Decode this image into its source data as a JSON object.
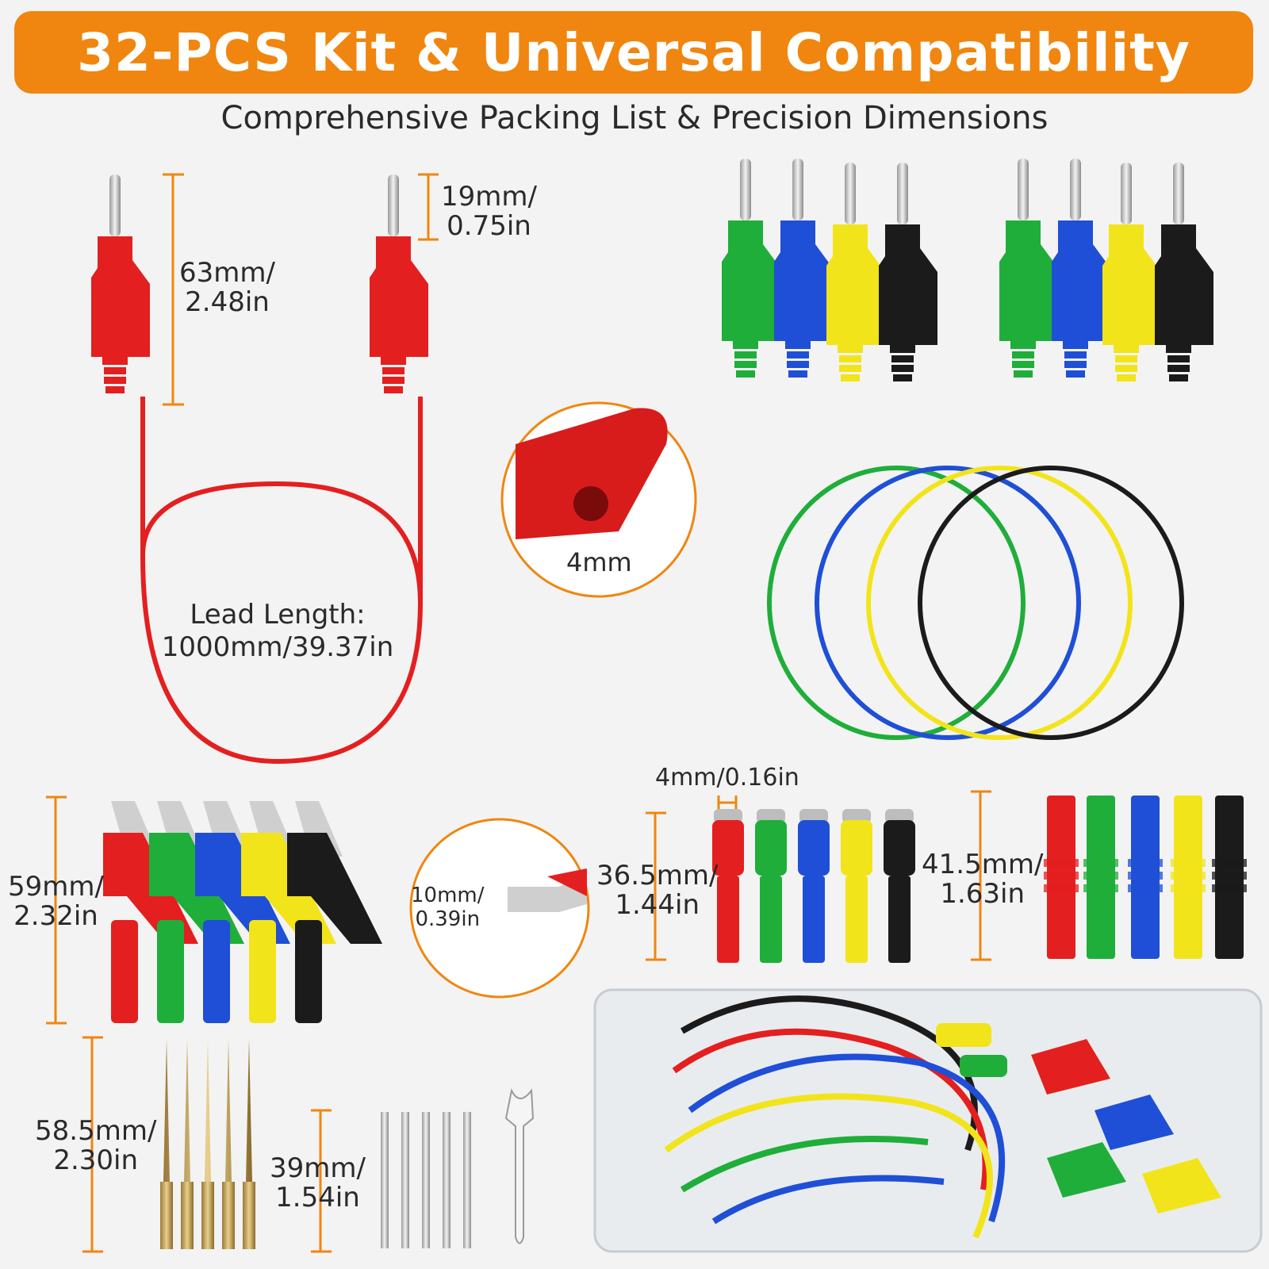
{
  "header": {
    "title": "32-PCS Kit & Universal Compatibility",
    "subtitle": "Comprehensive Packing List & Precision Dimensions"
  },
  "dimensions": {
    "plug_length": {
      "mm": "63mm/",
      "in": "2.48in"
    },
    "pin_length": {
      "mm": "19mm/",
      "in": "0.75in"
    },
    "lead_length": {
      "line1": "Lead Length:",
      "line2": "1000mm/39.37in"
    },
    "socket_size": "4mm",
    "clip_length": {
      "mm": "59mm/",
      "in": "2.32in"
    },
    "clip_jaw": {
      "mm": "10mm/",
      "in": "0.39in"
    },
    "socket_opening": "4mm/0.16in",
    "female_adapter": {
      "mm": "36.5mm/",
      "in": "1.44in"
    },
    "coupler": {
      "mm": "41.5mm/",
      "in": "1.63in"
    },
    "probe_long": {
      "mm": "58.5mm/",
      "in": "2.30in"
    },
    "probe_short": {
      "mm": "39mm/",
      "in": "1.54in"
    }
  },
  "colors": {
    "accent": "#f0860f",
    "red": "#e41f1f",
    "green": "#1fae3a",
    "blue": "#1f4fd6",
    "yellow": "#f2e41a",
    "black": "#1b1b1b"
  }
}
